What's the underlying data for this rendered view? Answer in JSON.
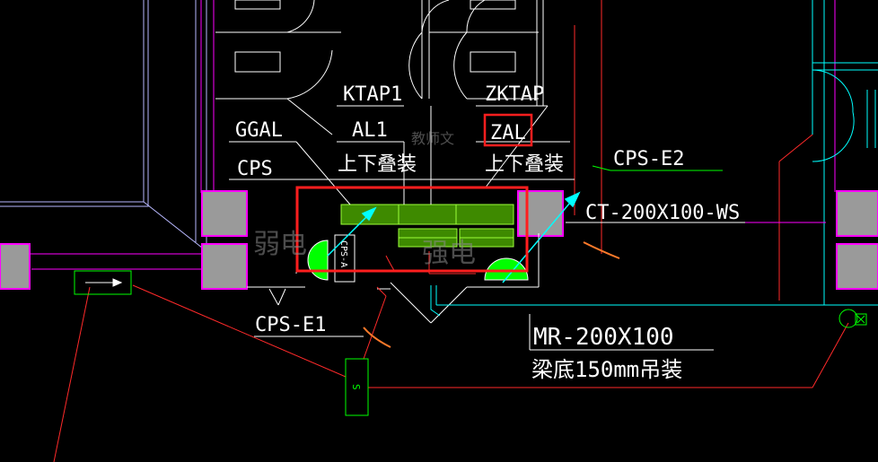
{
  "labels": {
    "ktap1": "KTAP1",
    "zktap": "ZKTAP",
    "ggal": "GGAL",
    "al1": "AL1",
    "zal": "ZAL",
    "stack_left": "上下叠装",
    "stack_right": "上下叠装",
    "cps": "CPS",
    "cps_e2": "CPS-E2",
    "ct_tray": "CT-200X100-WS",
    "cps_e1": "CPS-E1",
    "mr_tray": "MR-200X100",
    "mount_note": "梁底150mm吊装",
    "weak_room": "弱电",
    "strong_room": "强电",
    "cps_a": "CPS-A",
    "socket_s": "S",
    "watermark": "教师文"
  },
  "colors": {
    "background": "#000000",
    "white_line": "#ffffff",
    "red_line": "#ff2a2a",
    "magenta": "#ff00ff",
    "cyan": "#00ffff",
    "green": "#00ff00",
    "yellow_green": "#9cff3a",
    "gray_block": "#9a9a9a",
    "highlight_box": "#ff1e1e"
  }
}
